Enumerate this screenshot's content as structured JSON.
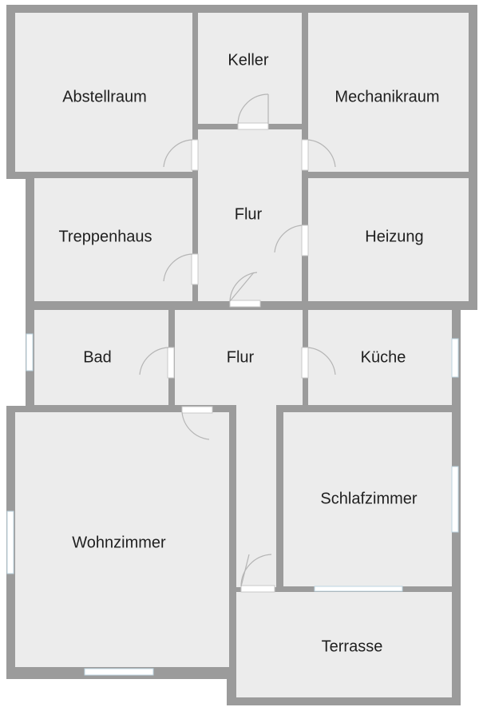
{
  "rooms": {
    "abstellraum": "Abstellraum",
    "keller": "Keller",
    "mechanikraum": "Mechanikraum",
    "treppenhaus": "Treppenhaus",
    "flur_upper": "Flur",
    "heizung": "Heizung",
    "bad": "Bad",
    "flur_lower": "Flur",
    "kueche": "Küche",
    "schlafzimmer": "Schlafzimmer",
    "wohnzimmer": "Wohnzimmer",
    "terrasse": "Terrasse"
  },
  "colors": {
    "wall": "#9b9b9b",
    "floor": "#ececec",
    "text": "#1f1f1f"
  }
}
